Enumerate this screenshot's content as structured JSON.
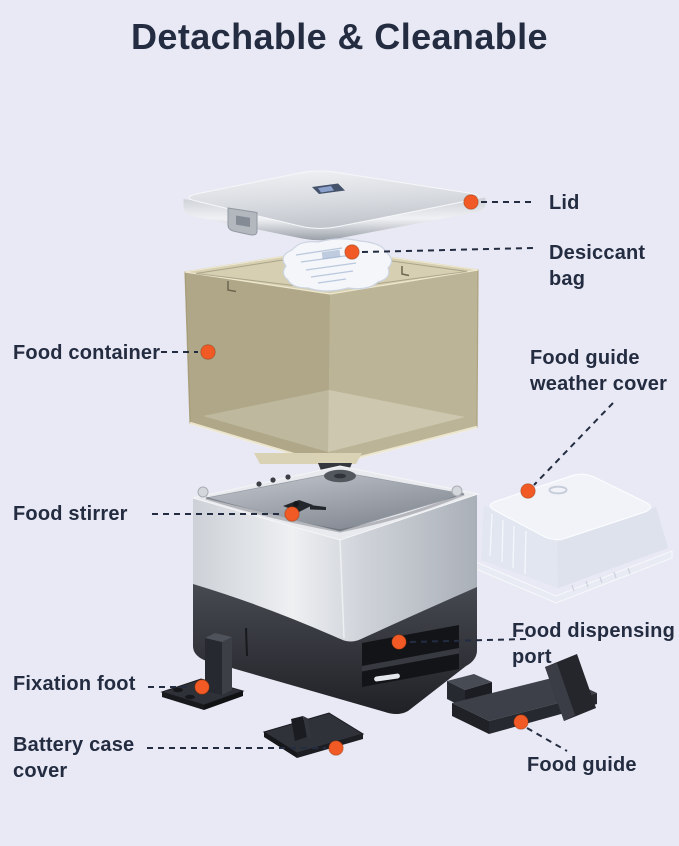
{
  "title": "Detachable & Cleanable",
  "colors": {
    "background": "#e8e9f4",
    "text": "#232c40",
    "accent": "#f15a25"
  },
  "callouts": {
    "lid": "Lid",
    "desiccant_bag": "Desiccant bag",
    "food_container": "Food container",
    "food_guide_weather_cover": "Food guide weather cover",
    "food_stirrer": "Food stirrer",
    "food_dispensing_port": "Food dispensing port",
    "fixation_foot": "Fixation foot",
    "battery_case_cover": "Battery case cover",
    "food_guide": "Food guide"
  }
}
